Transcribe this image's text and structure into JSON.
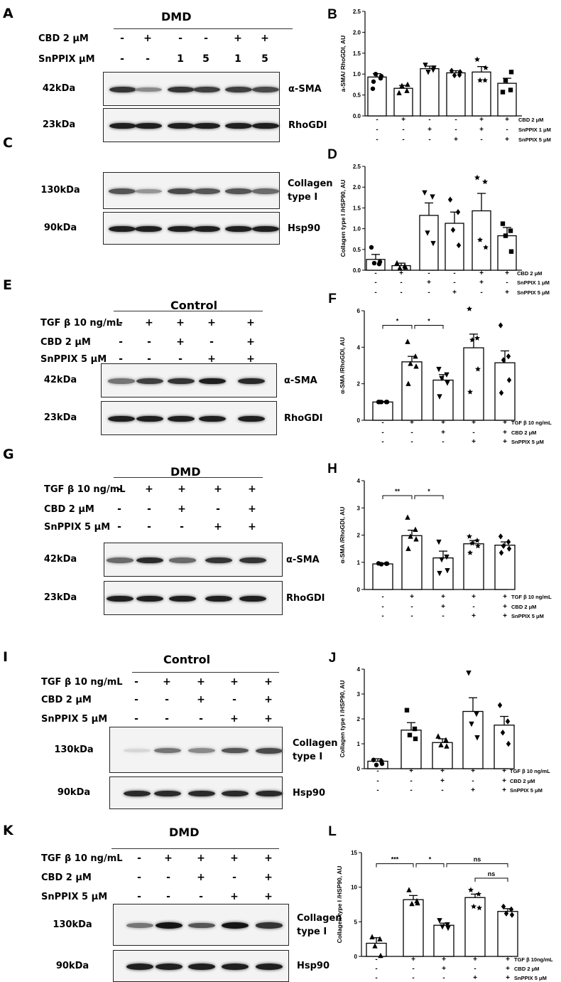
{
  "panels": [
    {
      "letter": "A",
      "title": "DMD",
      "rows": [
        {
          "label": "CBD 2 μM",
          "values": [
            "-",
            "+",
            "-",
            "-",
            "+",
            "+"
          ]
        },
        {
          "label": "SnPPIX  μM",
          "values": [
            "-",
            "-",
            "1",
            "5",
            "1",
            "5"
          ]
        }
      ],
      "blots": [
        {
          "kda": "42kDa",
          "name": "α-SMA",
          "intensity": [
            0.85,
            0.45,
            0.85,
            0.8,
            0.8,
            0.75
          ]
        },
        {
          "kda": "23kDa",
          "name": "RhoGDI",
          "intensity": [
            0.95,
            0.95,
            0.95,
            0.95,
            0.95,
            0.95
          ]
        }
      ]
    },
    {
      "letter": "C",
      "title": "",
      "rows": [],
      "blots": [
        {
          "kda": "130kDa",
          "name": "Collagen\ntype I",
          "intensity": [
            0.7,
            0.4,
            0.75,
            0.7,
            0.7,
            0.6
          ]
        },
        {
          "kda": "90kDa",
          "name": "Hsp90",
          "intensity": [
            0.95,
            0.95,
            0.95,
            0.95,
            0.95,
            0.95
          ]
        }
      ]
    },
    {
      "letter": "E",
      "title": "Control",
      "rows": [
        {
          "label": "TGF β 10 ng/mL",
          "values": [
            "-",
            "+",
            "+",
            "+",
            "+"
          ]
        },
        {
          "label": "CBD 2 μM",
          "values": [
            "-",
            "-",
            "+",
            "-",
            "+"
          ]
        },
        {
          "label": "SnPPIX 5 μM",
          "values": [
            "-",
            "-",
            "-",
            "+",
            "+"
          ]
        }
      ],
      "blots": [
        {
          "kda": "42kDa",
          "name": "α-SMA",
          "intensity": [
            0.55,
            0.8,
            0.85,
            0.95,
            0.9
          ]
        },
        {
          "kda": "23kDa",
          "name": "RhoGDI",
          "intensity": [
            0.95,
            0.95,
            0.95,
            0.95,
            0.95
          ]
        }
      ]
    },
    {
      "letter": "G",
      "title": "DMD",
      "rows": [
        {
          "label": "TGF β 10 ng/mL",
          "values": [
            "-",
            "+",
            "+",
            "+",
            "+"
          ]
        },
        {
          "label": "CBD 2 μM",
          "values": [
            "-",
            "-",
            "+",
            "-",
            "+"
          ]
        },
        {
          "label": "SnPPIX 5 μM",
          "values": [
            "-",
            "-",
            "-",
            "+",
            "+"
          ]
        }
      ],
      "blots": [
        {
          "kda": "42kDa",
          "name": "α-SMA",
          "intensity": [
            0.6,
            0.9,
            0.6,
            0.85,
            0.85
          ]
        },
        {
          "kda": "23kDa",
          "name": "RhoGDI",
          "intensity": [
            0.95,
            0.95,
            0.95,
            0.95,
            0.95
          ]
        }
      ]
    },
    {
      "letter": "I",
      "title": "Control",
      "rows": [
        {
          "label": "TGF β 10 ng/mL",
          "values": [
            "-",
            "+",
            "+",
            "+",
            "+"
          ]
        },
        {
          "label": "CBD 2 μM",
          "values": [
            "-",
            "-",
            "+",
            "-",
            "+"
          ]
        },
        {
          "label": "SnPPIX 5 μM",
          "values": [
            "-",
            "-",
            "-",
            "+",
            "+"
          ]
        }
      ],
      "blots": [
        {
          "kda": "130kDa",
          "name": "Collagen\ntype I",
          "intensity": [
            0.1,
            0.55,
            0.45,
            0.7,
            0.75
          ]
        },
        {
          "kda": "90kDa",
          "name": "Hsp90",
          "intensity": [
            0.9,
            0.9,
            0.9,
            0.9,
            0.9
          ]
        }
      ]
    },
    {
      "letter": "K",
      "title": "DMD",
      "rows": [
        {
          "label": "TGF β 10 ng/mL",
          "values": [
            "-",
            "+",
            "+",
            "+",
            "+"
          ]
        },
        {
          "label": "CBD 2 μM",
          "values": [
            "-",
            "-",
            "+",
            "-",
            "+"
          ]
        },
        {
          "label": "SnPPIX 5 μM",
          "values": [
            "-",
            "-",
            "-",
            "+",
            "+"
          ]
        }
      ],
      "blots": [
        {
          "kda": "130kDa",
          "name": "Collagen\ntype I",
          "intensity": [
            0.55,
            1.0,
            0.7,
            1.0,
            0.85
          ]
        },
        {
          "kda": "90kDa",
          "name": "Hsp90",
          "intensity": [
            0.95,
            0.95,
            0.95,
            0.95,
            0.95
          ]
        }
      ]
    }
  ],
  "chart_data": [
    {
      "letter": "B",
      "type": "bar",
      "ylabel": "a-SMA/ RhoGDI, AU",
      "ylim": [
        0,
        2.5
      ],
      "yticks": [
        "0.0",
        "0.5",
        "1.0",
        "1.5",
        "2.0",
        "2.5"
      ],
      "values": [
        0.93,
        0.66,
        1.13,
        1.03,
        1.05,
        0.78
      ],
      "errors": [
        0.08,
        0.07,
        0.06,
        0.05,
        0.13,
        0.12
      ],
      "points": [
        [
          0.65,
          0.9,
          1.0,
          0.95,
          0.82
        ],
        [
          0.55,
          0.6,
          0.72,
          0.75
        ],
        [
          1.22,
          1.1,
          1.05,
          1.15
        ],
        [
          1.08,
          0.98,
          0.97,
          1.05
        ],
        [
          1.35,
          0.85,
          0.85,
          1.15
        ],
        [
          0.57,
          0.62,
          0.85,
          1.05
        ]
      ],
      "markers": [
        "circle",
        "triangle",
        "invtriangle",
        "diamond",
        "star",
        "square"
      ],
      "conditions": [
        {
          "label": "CBD 2 μM",
          "values": [
            "-",
            "+",
            "-",
            "-",
            "+",
            "+"
          ]
        },
        {
          "label": "SnPPIX 1 μM",
          "values": [
            "-",
            "-",
            "+",
            "-",
            "+",
            "-"
          ]
        },
        {
          "label": "SnPPIX 5 μM",
          "values": [
            "-",
            "-",
            "-",
            "+",
            "-",
            "+"
          ]
        }
      ],
      "sig": []
    },
    {
      "letter": "D",
      "type": "bar",
      "ylabel": "Collagen type I /HSP90, AU",
      "ylim": [
        0,
        2.5
      ],
      "yticks": [
        "0.0",
        "0.5",
        "1.0",
        "1.5",
        "2.0",
        "2.5"
      ],
      "values": [
        0.26,
        0.11,
        1.32,
        1.13,
        1.43,
        0.83
      ],
      "errors": [
        0.12,
        0.06,
        0.3,
        0.27,
        0.42,
        0.2
      ],
      "points": [
        [
          0.55,
          0.15,
          0.17,
          0.2
        ],
        [
          0.17,
          0.1,
          0.05,
          0.07
        ],
        [
          1.87,
          1.77,
          0.9,
          0.65
        ],
        [
          1.7,
          1.4,
          0.97,
          0.6
        ],
        [
          2.23,
          2.13,
          0.73,
          0.55
        ],
        [
          1.12,
          0.95,
          0.83,
          0.45
        ]
      ],
      "markers": [
        "circle",
        "triangle",
        "invtriangle",
        "diamond",
        "star",
        "square"
      ],
      "conditions": [
        {
          "label": "CBD 2 μM",
          "values": [
            "-",
            "+",
            "-",
            "-",
            "+",
            "+"
          ]
        },
        {
          "label": "SnPPIX 1 μM",
          "values": [
            "-",
            "-",
            "+",
            "-",
            "+",
            "-"
          ]
        },
        {
          "label": "SnPPIX 5 μM",
          "values": [
            "-",
            "-",
            "-",
            "+",
            "-",
            "+"
          ]
        }
      ],
      "sig": []
    },
    {
      "letter": "F",
      "type": "bar",
      "ylabel": "α-SMA /RhoGDI, AU",
      "ylim": [
        0,
        6
      ],
      "yticks": [
        "0",
        "2",
        "4",
        "6"
      ],
      "values": [
        1.0,
        3.2,
        2.2,
        3.97,
        3.15
      ],
      "errors": [
        0.03,
        0.3,
        0.3,
        0.75,
        0.65
      ],
      "points": [
        [
          1.0,
          1.0,
          1.0,
          1.0,
          1.0
        ],
        [
          4.3,
          3.5,
          3.1,
          2.95,
          2.0
        ],
        [
          2.8,
          2.5,
          2.3,
          2.05,
          1.3
        ],
        [
          6.1,
          4.5,
          4.4,
          2.8,
          1.55
        ],
        [
          5.2,
          3.5,
          3.3,
          2.2,
          1.5
        ]
      ],
      "markers": [
        "circle",
        "triangle",
        "invtriangle",
        "star",
        "diamond"
      ],
      "conditions": [
        {
          "label": "TGF β 10 ng/mL",
          "values": [
            "-",
            "+",
            "+",
            "+",
            "+"
          ]
        },
        {
          "label": "CBD 2 μM",
          "values": [
            "-",
            "-",
            "+",
            "-",
            "+"
          ]
        },
        {
          "label": "SnPPIX 5 μM",
          "values": [
            "-",
            "-",
            "-",
            "+",
            "+"
          ]
        }
      ],
      "sig": [
        {
          "from": 0,
          "to": 1,
          "label": "*",
          "y": 5.2
        },
        {
          "from": 1,
          "to": 2,
          "label": "*",
          "y": 5.2
        }
      ]
    },
    {
      "letter": "H",
      "type": "bar",
      "ylabel": "α-SMA /RhoGDI, AU",
      "ylim": [
        0,
        4
      ],
      "yticks": [
        "0",
        "1",
        "2",
        "3",
        "4"
      ],
      "values": [
        0.94,
        1.98,
        1.16,
        1.68,
        1.63
      ],
      "errors": [
        0.03,
        0.2,
        0.25,
        0.12,
        0.12
      ],
      "points": [
        [
          0.96,
          0.95,
          0.93,
          0.95
        ],
        [
          2.65,
          2.2,
          1.95,
          1.85,
          1.5
        ],
        [
          1.75,
          1.2,
          1.1,
          0.7,
          0.6
        ],
        [
          1.95,
          1.8,
          1.7,
          1.6,
          1.35
        ],
        [
          1.95,
          1.75,
          1.6,
          1.5,
          1.35
        ]
      ],
      "markers": [
        "circle",
        "triangle",
        "invtriangle",
        "star",
        "diamond"
      ],
      "conditions": [
        {
          "label": "TGF β 10 ng/mL",
          "values": [
            "-",
            "+",
            "+",
            "+",
            "+"
          ]
        },
        {
          "label": "CBD 2 μM",
          "values": [
            "-",
            "-",
            "+",
            "-",
            "+"
          ]
        },
        {
          "label": "SnPPIX 5 μM",
          "values": [
            "-",
            "-",
            "-",
            "+",
            "+"
          ]
        }
      ],
      "sig": [
        {
          "from": 0,
          "to": 1,
          "label": "**",
          "y": 3.45
        },
        {
          "from": 1,
          "to": 2,
          "label": "*",
          "y": 3.45
        }
      ]
    },
    {
      "letter": "J",
      "type": "bar",
      "ylabel": "Collagen type I /HSP90, AU",
      "ylim": [
        0,
        4
      ],
      "yticks": [
        "0",
        "1",
        "2",
        "3",
        "4"
      ],
      "values": [
        0.3,
        1.55,
        1.05,
        2.3,
        1.75
      ],
      "errors": [
        0.1,
        0.3,
        0.15,
        0.55,
        0.35
      ],
      "points": [
        [
          0.35,
          0.3,
          0.15,
          0.2
        ],
        [
          2.35,
          1.6,
          1.35,
          1.2
        ],
        [
          1.3,
          1.15,
          0.95,
          0.9
        ],
        [
          3.85,
          2.2,
          1.8,
          1.25
        ],
        [
          2.55,
          1.9,
          1.45,
          1.0
        ]
      ],
      "markers": [
        "circle",
        "square",
        "triangle",
        "invtriangle",
        "diamond"
      ],
      "conditions": [
        {
          "label": "TGF β 10 ng/mL",
          "values": [
            "-",
            "+",
            "+",
            "+",
            "+"
          ]
        },
        {
          "label": "CBD 2 μM",
          "values": [
            "-",
            "-",
            "+",
            "-",
            "+"
          ]
        },
        {
          "label": "SnPPIX 5 μM",
          "values": [
            "-",
            "-",
            "-",
            "+",
            "+"
          ]
        }
      ],
      "sig": []
    },
    {
      "letter": "L",
      "type": "bar",
      "ylabel": "Collagen type I /HSP90, AU",
      "ylim": [
        0,
        15
      ],
      "yticks": [
        "0",
        "5",
        "10",
        "15"
      ],
      "values": [
        1.9,
        8.2,
        4.5,
        8.5,
        6.5
      ],
      "errors": [
        0.8,
        0.6,
        0.3,
        0.5,
        0.4
      ],
      "points": [
        [
          2.8,
          2.5,
          1.5,
          0.1
        ],
        [
          9.6,
          8.0,
          7.6,
          7.7
        ],
        [
          5.2,
          4.6,
          4.3,
          4.1
        ],
        [
          9.6,
          9.0,
          7.2,
          7.0
        ],
        [
          7.2,
          6.8,
          6.2,
          6.0
        ]
      ],
      "markers": [
        "triangle",
        "triangle",
        "invtriangle",
        "star",
        "diamond"
      ],
      "conditions": [
        {
          "label": "TGF β 10ng/mL",
          "values": [
            "-",
            "+",
            "+",
            "+",
            "+"
          ]
        },
        {
          "label": "CBD 2 μM",
          "values": [
            "-",
            "-",
            "+",
            "-",
            "+"
          ]
        },
        {
          "label": "SnPPIX 5 μM",
          "values": [
            "-",
            "-",
            "-",
            "+",
            "+"
          ]
        }
      ],
      "sig": [
        {
          "from": 0,
          "to": 1,
          "label": "***",
          "y": 13.4
        },
        {
          "from": 1,
          "to": 2,
          "label": "*",
          "y": 13.4
        },
        {
          "from": 2,
          "to": 4,
          "label": "ns",
          "y": 13.4
        },
        {
          "from": 3,
          "to": 4,
          "label": "ns",
          "y": 11.3
        }
      ]
    }
  ]
}
